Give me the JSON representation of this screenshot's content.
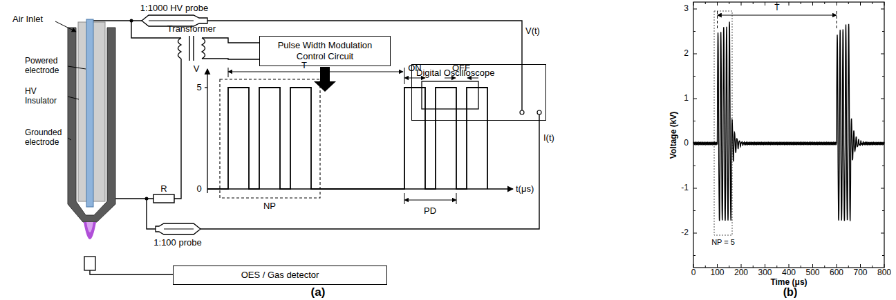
{
  "diagram": {
    "nodes": [
      {
        "text": [
          "Pulse Width Modulation Control Circuit"
        ]
      },
      {
        "text": [
          "Digital Oscilloscope"
        ]
      },
      {
        "text": [
          "OES / Gas detector"
        ]
      }
    ],
    "labels": [
      "1:1000 HV probe",
      "V(t)",
      "Transformer",
      "Air Inlet",
      "Powered electrode",
      "HV Insulator",
      "Grounded electrode",
      "R",
      "1:100 probe",
      "I(t)",
      "V",
      "5",
      "0",
      "T",
      "ON",
      "OFF",
      "NP",
      "PD",
      "t(μs)",
      "(a)",
      "(b)",
      "3",
      "2",
      "1",
      "0",
      "-1",
      "-2",
      "0",
      "100",
      "200",
      "300",
      "400",
      "500",
      "600",
      "700",
      "800",
      "Voltage (kV)",
      "Time (μs)",
      "T",
      "NP = 5"
    ]
  }
}
